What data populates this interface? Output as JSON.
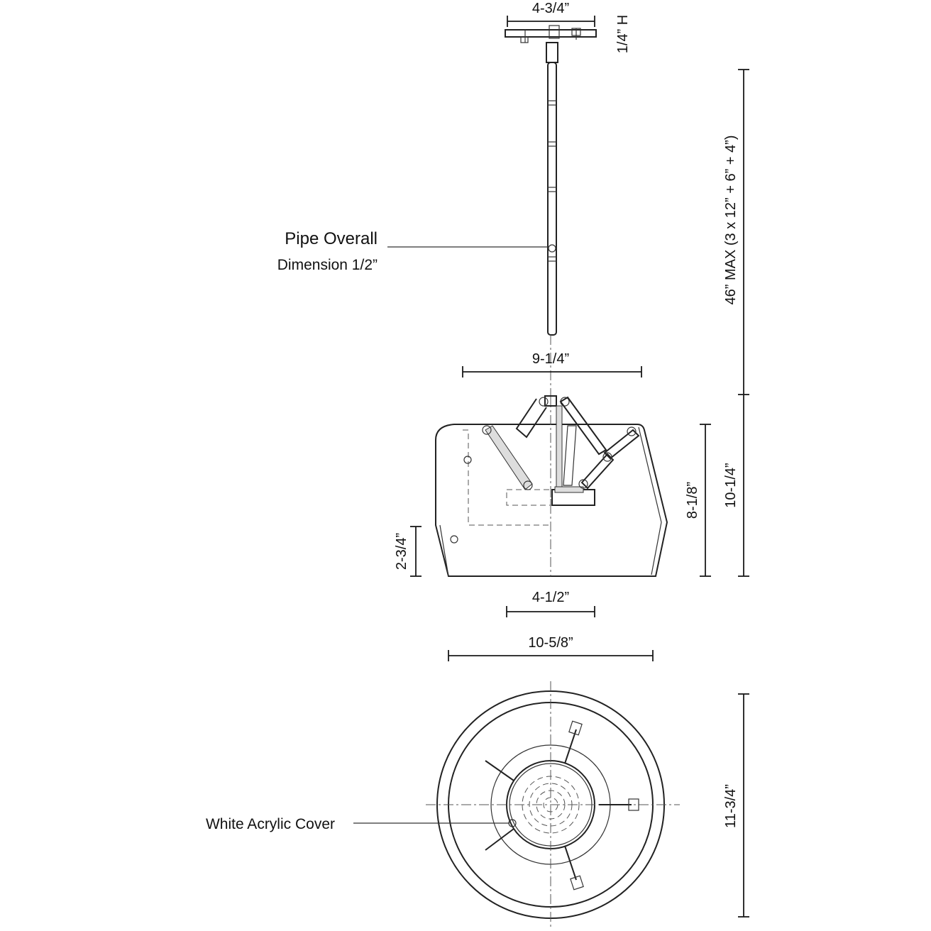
{
  "dimensions": {
    "canopy_width": "4-3/4”",
    "canopy_height": "1/4” H",
    "stem_max": "46” MAX (3 x 12” + 6” + 4”)",
    "top_width": "9-1/4”",
    "overall_height": "10-1/4”",
    "shade_height": "8-1/8”",
    "lower_height": "2-3/4”",
    "bottom_opening": "4-1/2”",
    "diameter_width": "10-5/8”",
    "diameter_height": "11-3/4”"
  },
  "labels": {
    "pipe_line1": "Pipe Overall",
    "pipe_line2": "Dimension 1/2”",
    "cover": "White Acrylic Cover"
  }
}
